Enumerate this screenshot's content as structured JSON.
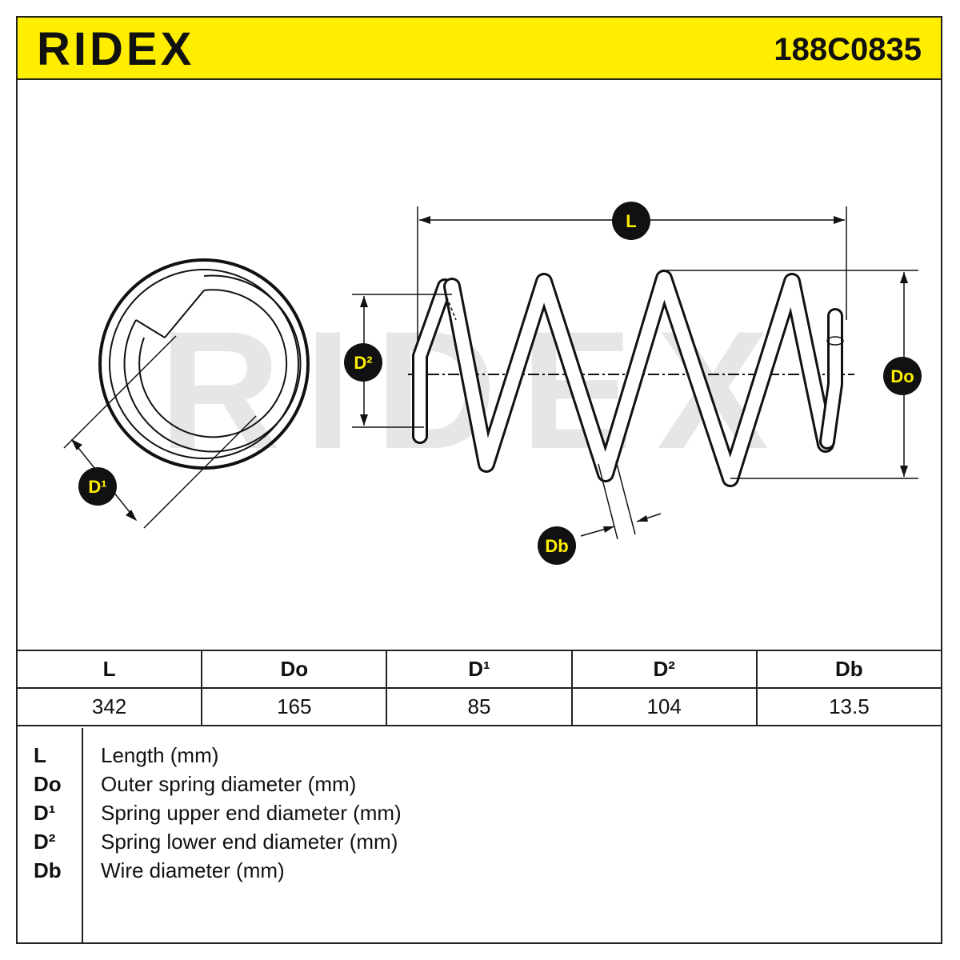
{
  "header": {
    "brand": "RIDEX",
    "part_number": "188C0835"
  },
  "drawing": {
    "watermark": "RIDEX",
    "labels": {
      "L": "L",
      "Do": "Do",
      "D1": "D¹",
      "D2": "D²",
      "Db": "Db"
    }
  },
  "specs": {
    "headers": [
      "L",
      "Do",
      "D¹",
      "D²",
      "Db"
    ],
    "values": [
      "342",
      "165",
      "85",
      "104",
      "13.5"
    ]
  },
  "legend": [
    {
      "code": "L",
      "desc": "Length (mm)"
    },
    {
      "code": "Do",
      "desc": "Outer spring diameter (mm)"
    },
    {
      "code": "D¹",
      "desc": "Spring upper end diameter (mm)"
    },
    {
      "code": "D²",
      "desc": "Spring lower end diameter (mm)"
    },
    {
      "code": "Db",
      "desc": "Wire diameter (mm)"
    }
  ],
  "colors": {
    "accent_yellow": "#ffee00",
    "ink": "#111111",
    "watermark_gray": "#e6e6e6"
  }
}
